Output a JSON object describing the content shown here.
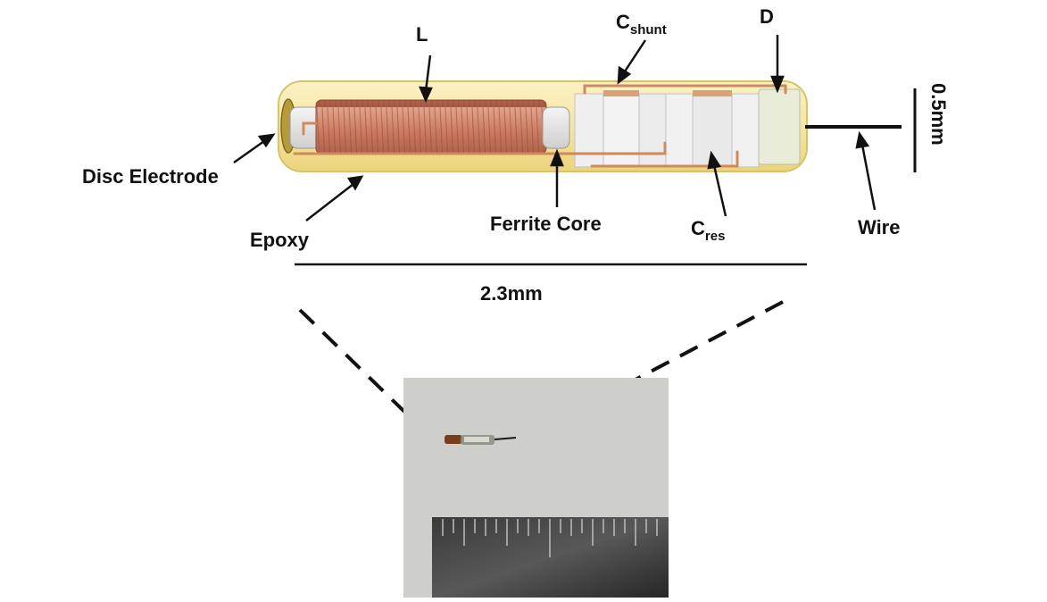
{
  "labels": {
    "inductor": "L",
    "shunt_cap_main": "C",
    "shunt_cap_sub": "shunt",
    "diode": "D",
    "disc_electrode": "Disc Electrode",
    "epoxy": "Epoxy",
    "ferrite_core": "Ferrite Core",
    "res_cap_main": "C",
    "res_cap_sub": "res",
    "wire": "Wire",
    "length_scale": "2.3mm",
    "diameter_scale": "0.5mm"
  },
  "colors": {
    "epoxy": "#f7eab0",
    "epoxy_edge": "#d8c468",
    "coil": "#c8785e",
    "copper_wire": "#cf8a5c",
    "capacitor": "#ececec",
    "photo_background": "#c9c9c6",
    "ruler": "#2c2c2c"
  },
  "icons": {
    "device_photo": "photograph-of-implant-on-ruler"
  }
}
